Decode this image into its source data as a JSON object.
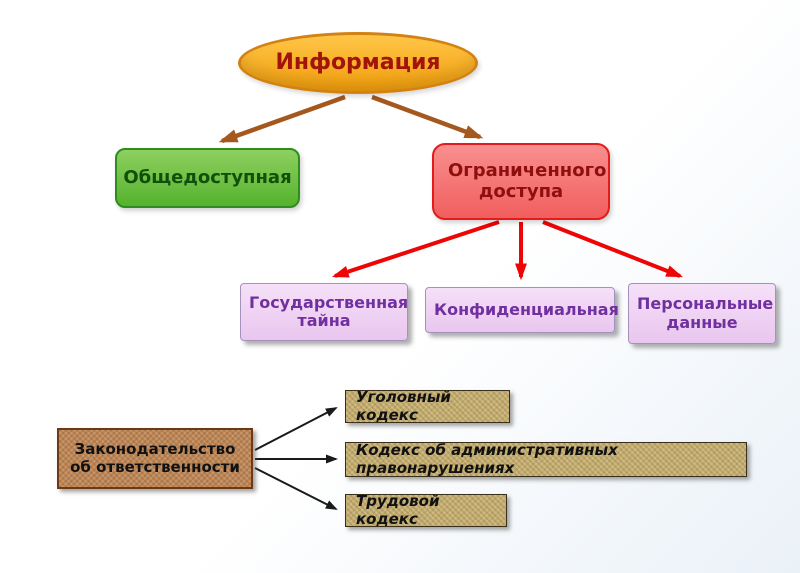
{
  "nodes": {
    "root": {
      "label": "Информация"
    },
    "public": {
      "label": "Общедоступная"
    },
    "restricted": {
      "label": "Ограниченного доступа"
    },
    "state_secret": {
      "label": "Государственная тайна"
    },
    "confidential": {
      "label": "Конфиденциальная"
    },
    "personal_data": {
      "label": "Персональные данные"
    },
    "legislation": {
      "label": "Законодательство об ответственности"
    },
    "criminal_code": {
      "label": "Уголовный кодекс"
    },
    "administrative_code": {
      "label": "Кодекс об административных правонарушениях"
    },
    "labor_code": {
      "label": "Трудовой кодекс"
    }
  },
  "colors": {
    "root_fill_top": "#FFC648",
    "root_fill_bottom": "#F09D0C",
    "root_border": "#D28212",
    "root_text": "#A21309",
    "public_fill": "#55B22E",
    "public_border": "#2F8C1F",
    "public_text": "#10500B",
    "restricted_fill": "#F15E5E",
    "restricted_border": "#E31B1B",
    "restricted_text": "#8F0F0F",
    "category_fill": "#E9C6EF",
    "category_border": "#A393BC",
    "category_text": "#7030A0",
    "legislation_fill": "#BE8352",
    "codes_fill": "#C6AE6E",
    "codes_text": "#111111",
    "arrow_brown": "#A5581E",
    "arrow_red": "#EE0505",
    "arrow_black": "#1A1A1A"
  }
}
